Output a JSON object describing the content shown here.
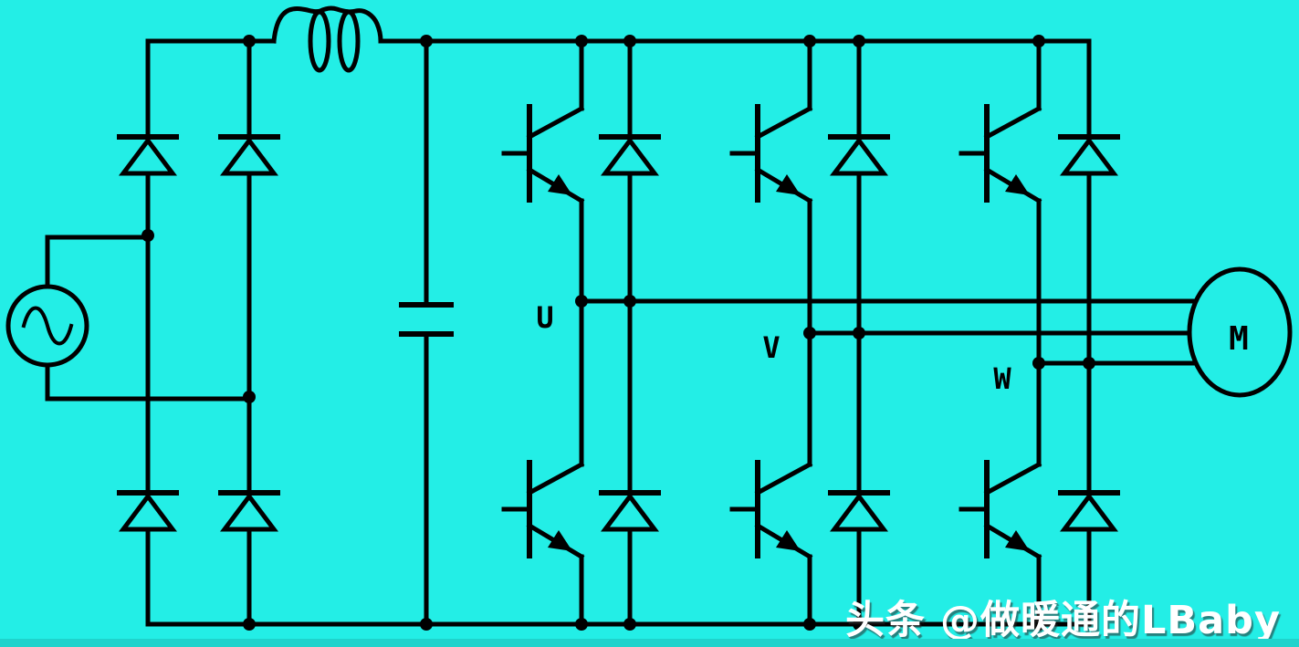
{
  "colors": {
    "background": "#23EEE6",
    "line": "#000000",
    "watermark_text": "#FFFFFF",
    "bottom_strip": "#1FD3CC"
  },
  "labels": {
    "phase_u": "U",
    "phase_v": "V",
    "phase_w": "W",
    "motor": "M"
  },
  "watermark": {
    "text": "头条 @做暖通的LBaby"
  },
  "components": [
    {
      "name": "ac-source",
      "type": "ac-voltage-source"
    },
    {
      "name": "bridge-rectifier",
      "type": "diode-bridge",
      "diode_count": 4
    },
    {
      "name": "dc-link-inductor",
      "type": "inductor"
    },
    {
      "name": "dc-link-capacitor",
      "type": "capacitor"
    },
    {
      "name": "inverter-leg-u",
      "type": "transistor-half-bridge",
      "transistor_count": 2,
      "freewheel_diode_count": 2,
      "output_label": "U"
    },
    {
      "name": "inverter-leg-v",
      "type": "transistor-half-bridge",
      "transistor_count": 2,
      "freewheel_diode_count": 2,
      "output_label": "V"
    },
    {
      "name": "inverter-leg-w",
      "type": "transistor-half-bridge",
      "transistor_count": 2,
      "freewheel_diode_count": 2,
      "output_label": "W"
    },
    {
      "name": "motor",
      "type": "three-phase-motor",
      "label": "M"
    }
  ]
}
